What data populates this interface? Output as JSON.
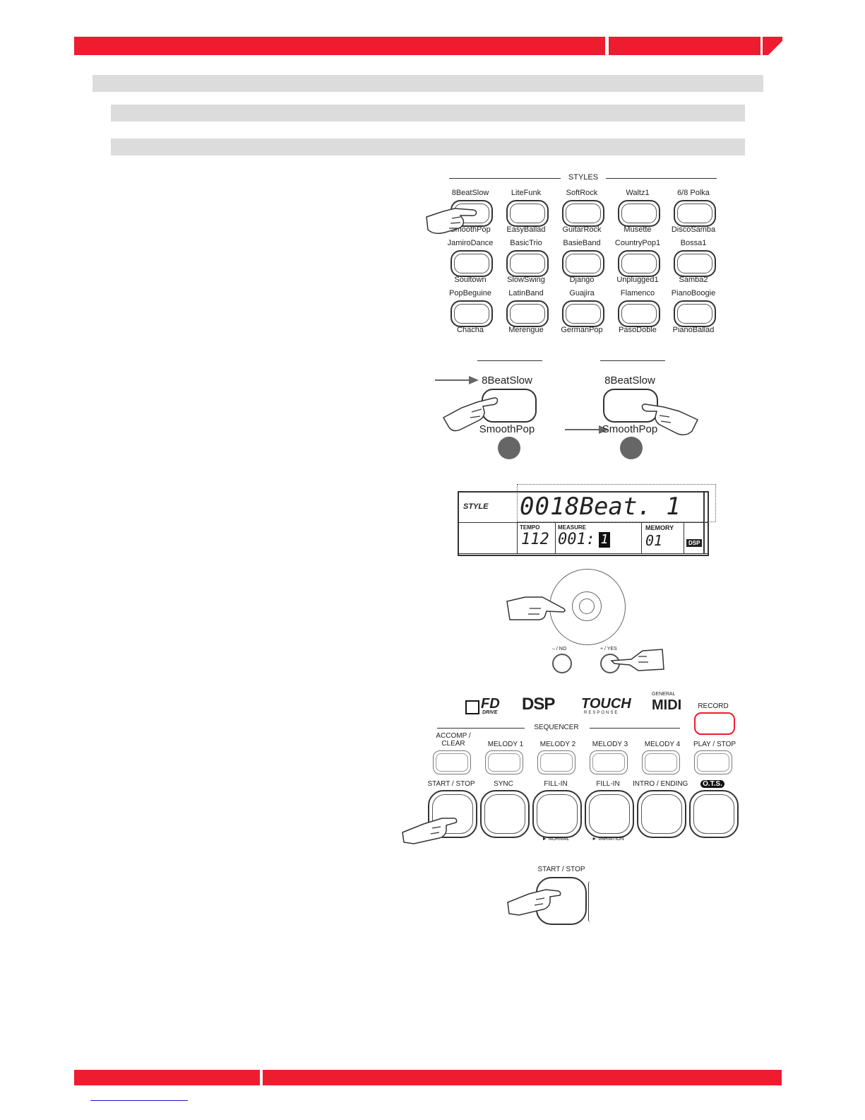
{
  "styles_panel": {
    "heading": "STYLES",
    "rows": [
      {
        "top": [
          "8BeatSlow",
          "LiteFunk",
          "SoftRock",
          "Waltz1",
          "6/8 Polka"
        ],
        "bottom": [
          "SmoothPop",
          "EasyBallad",
          "GuitarRock",
          "Musette",
          "DiscoSamba"
        ]
      },
      {
        "top": [
          "JamiroDance",
          "BasicTrio",
          "BasieBand",
          "CountryPop1",
          "Bossa1"
        ],
        "bottom": [
          "Soultown",
          "SlowSwing",
          "Django",
          "Unplugged1",
          "Samba2"
        ]
      },
      {
        "top": [
          "PopBeguine",
          "LatinBand",
          "Guajira",
          "Flamenco",
          "PianoBoogie"
        ],
        "bottom": [
          "Chacha",
          "Merengue",
          "GermanPop",
          "PasoDoble",
          "PianoBallad"
        ]
      }
    ]
  },
  "style_select": {
    "left": {
      "top_label": "8BeatSlow",
      "bottom_label": "SmoothPop"
    },
    "right": {
      "top_label": "8BeatSlow",
      "bottom_label": "SmoothPop"
    }
  },
  "lcd": {
    "style_label": "STYLE",
    "number": "001",
    "name": "8Beat. 1",
    "tempo_label": "TEMPO",
    "tempo_value": "112",
    "measure_label": "MEASURE",
    "measure_value": "001:",
    "beat_value": "1",
    "memory_label": "MEMORY",
    "memory_value": "01",
    "dsp_badge": "DSP"
  },
  "dial": {
    "minus_label": "– / NO",
    "plus_label": "+ / YES"
  },
  "logos": {
    "fd_main": "FD",
    "fd_sub": "DRIVE",
    "dsp": "DSP",
    "touch_main": "TOUCH",
    "touch_sub": "RESPONSE",
    "midi_top": "GENERAL",
    "midi_main": "MIDI"
  },
  "sequencer": {
    "heading": "SEQUENCER",
    "record_label": "RECORD",
    "buttons": [
      "ACCOMP /\nCLEAR",
      "MELODY 1",
      "MELODY 2",
      "MELODY 3",
      "MELODY 4",
      "PLAY / STOP"
    ]
  },
  "control_row": {
    "buttons": [
      "START / STOP",
      "SYNC",
      "FILL-IN",
      "FILL-IN",
      "INTRO / ENDING",
      "O.T.S."
    ],
    "sub_labels": [
      "",
      "",
      "► NORMAL",
      "► VARIATION",
      "",
      ""
    ]
  },
  "start_stop_zoom": {
    "label": "START / STOP"
  },
  "colors": {
    "accent_red": "#ee1c2e",
    "bar_gray": "#dcdcdc",
    "link_blue": "#1a1ad0"
  }
}
